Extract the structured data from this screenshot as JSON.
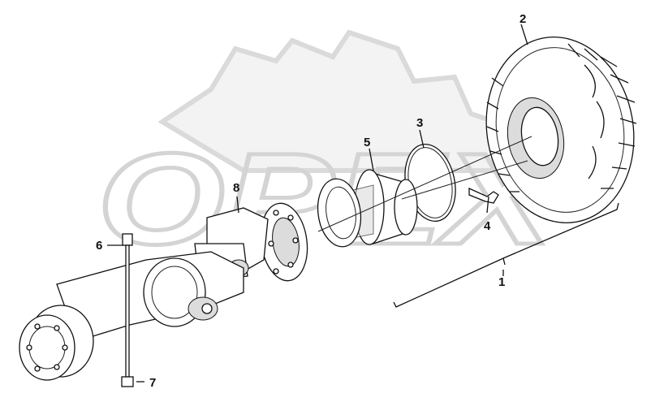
{
  "diagram": {
    "watermark": "OPEX",
    "callouts": [
      {
        "id": "c1",
        "label": "1"
      },
      {
        "id": "c2",
        "label": "2"
      },
      {
        "id": "c3",
        "label": "3"
      },
      {
        "id": "c4",
        "label": "4"
      },
      {
        "id": "c5",
        "label": "5"
      },
      {
        "id": "c6",
        "label": "6"
      },
      {
        "id": "c7",
        "label": "7"
      },
      {
        "id": "c8",
        "label": "8"
      }
    ]
  }
}
